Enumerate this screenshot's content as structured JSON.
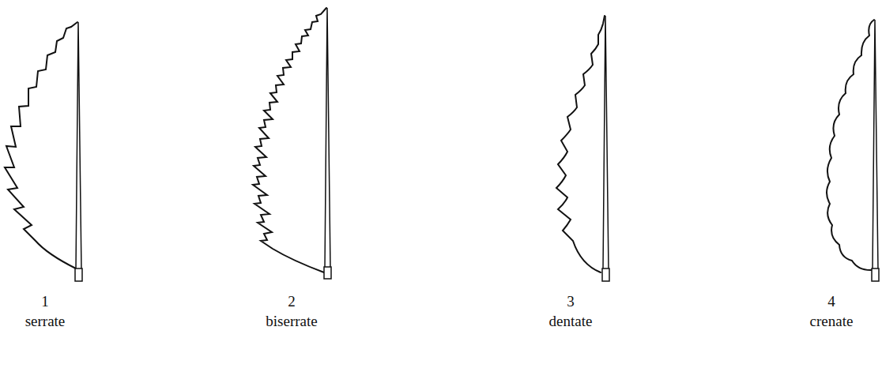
{
  "diagram": {
    "labels": [
      "1",
      "serrate",
      "2",
      "biserrate",
      "3",
      "dentate",
      "4",
      "crenate"
    ]
  }
}
